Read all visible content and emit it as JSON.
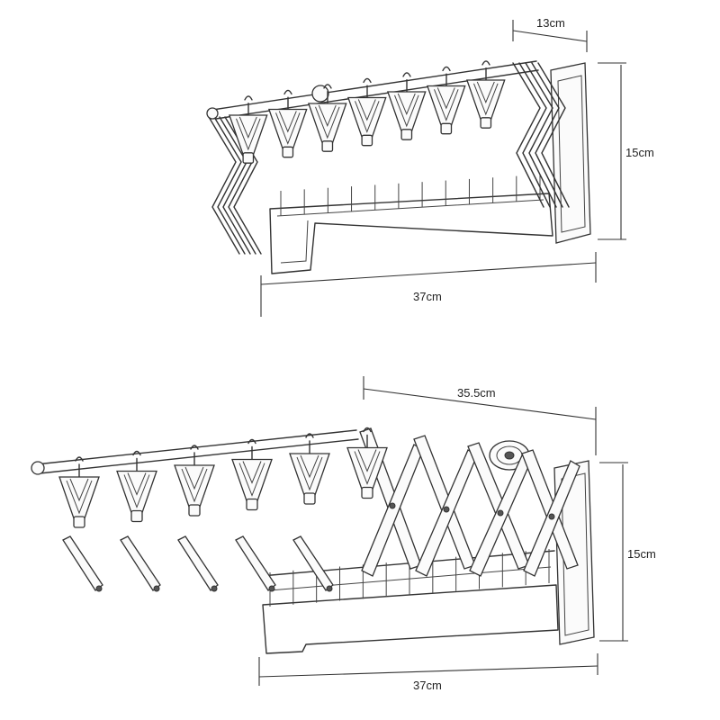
{
  "figures": [
    {
      "name": "collapsed",
      "dimensions": {
        "depth": "13cm",
        "height": "15cm",
        "width": "37cm"
      },
      "clip_count": 7
    },
    {
      "name": "expanded",
      "dimensions": {
        "depth": "35.5cm",
        "height": "15cm",
        "width": "37cm"
      },
      "clip_count": 6
    }
  ],
  "colors": {
    "line": "#333333",
    "background": "#ffffff"
  }
}
